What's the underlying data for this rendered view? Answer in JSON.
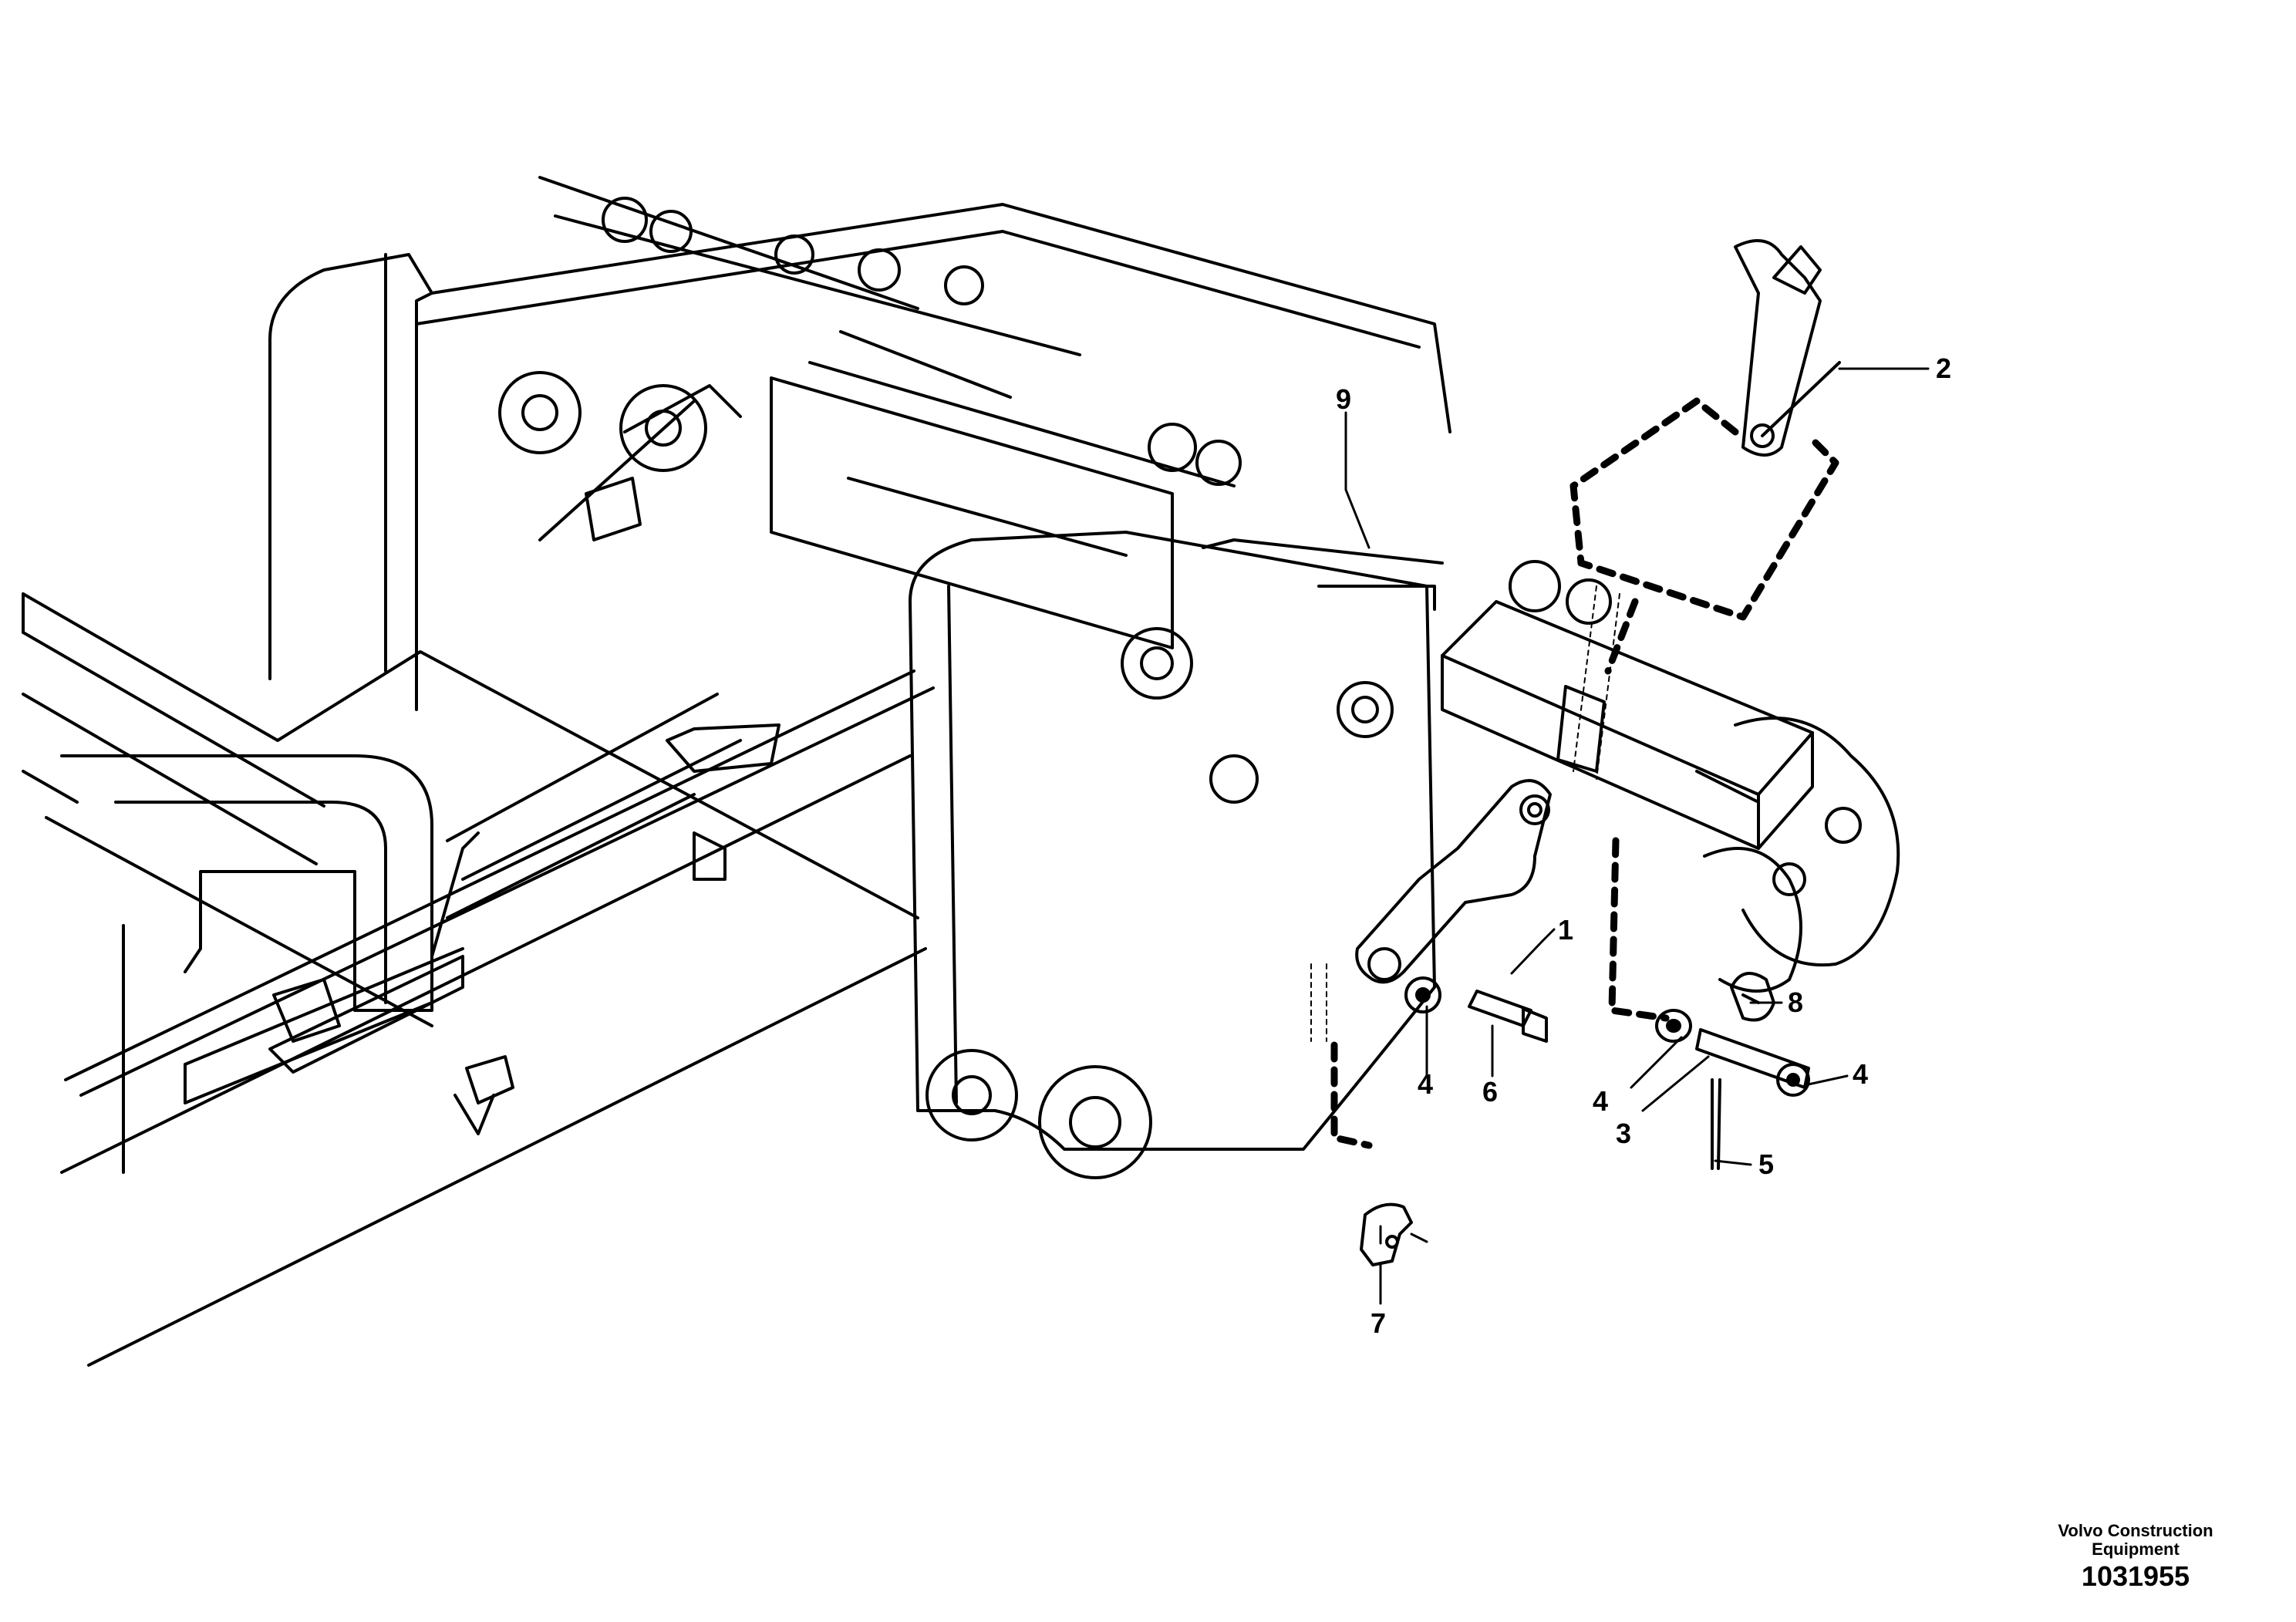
{
  "callouts": [
    "1",
    "2",
    "3",
    "4",
    "4",
    "4",
    "5",
    "6",
    "7",
    "8",
    "9"
  ],
  "footer": {
    "brand_line1": "Volvo Construction",
    "brand_line2": "Equipment",
    "document_number": "1031955"
  }
}
